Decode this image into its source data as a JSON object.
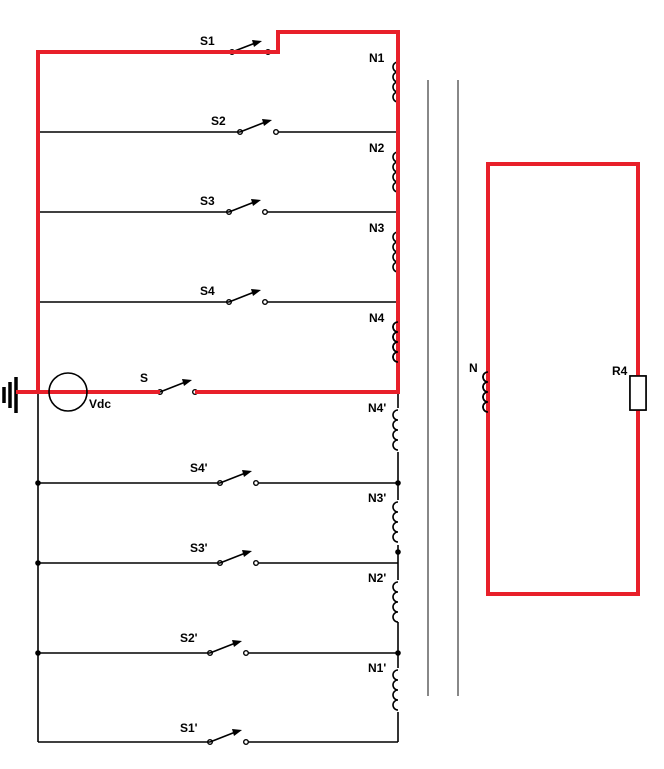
{
  "labels": {
    "s1": "S1",
    "s2": "S2",
    "s3": "S3",
    "s4": "S4",
    "s": "S",
    "s4p": "S4'",
    "s3p": "S3'",
    "s2p": "S2'",
    "s1p": "S1'",
    "n1": "N1",
    "n2": "N2",
    "n3": "N3",
    "n4": "N4",
    "n4p": "N4'",
    "n3p": "N3'",
    "n2p": "N2'",
    "n1p": "N1'",
    "n": "N",
    "r4": "R4",
    "vdc": "Vdc"
  },
  "colors": {
    "highlight": "#e8202a",
    "wire": "#000000",
    "core": "#888888"
  }
}
